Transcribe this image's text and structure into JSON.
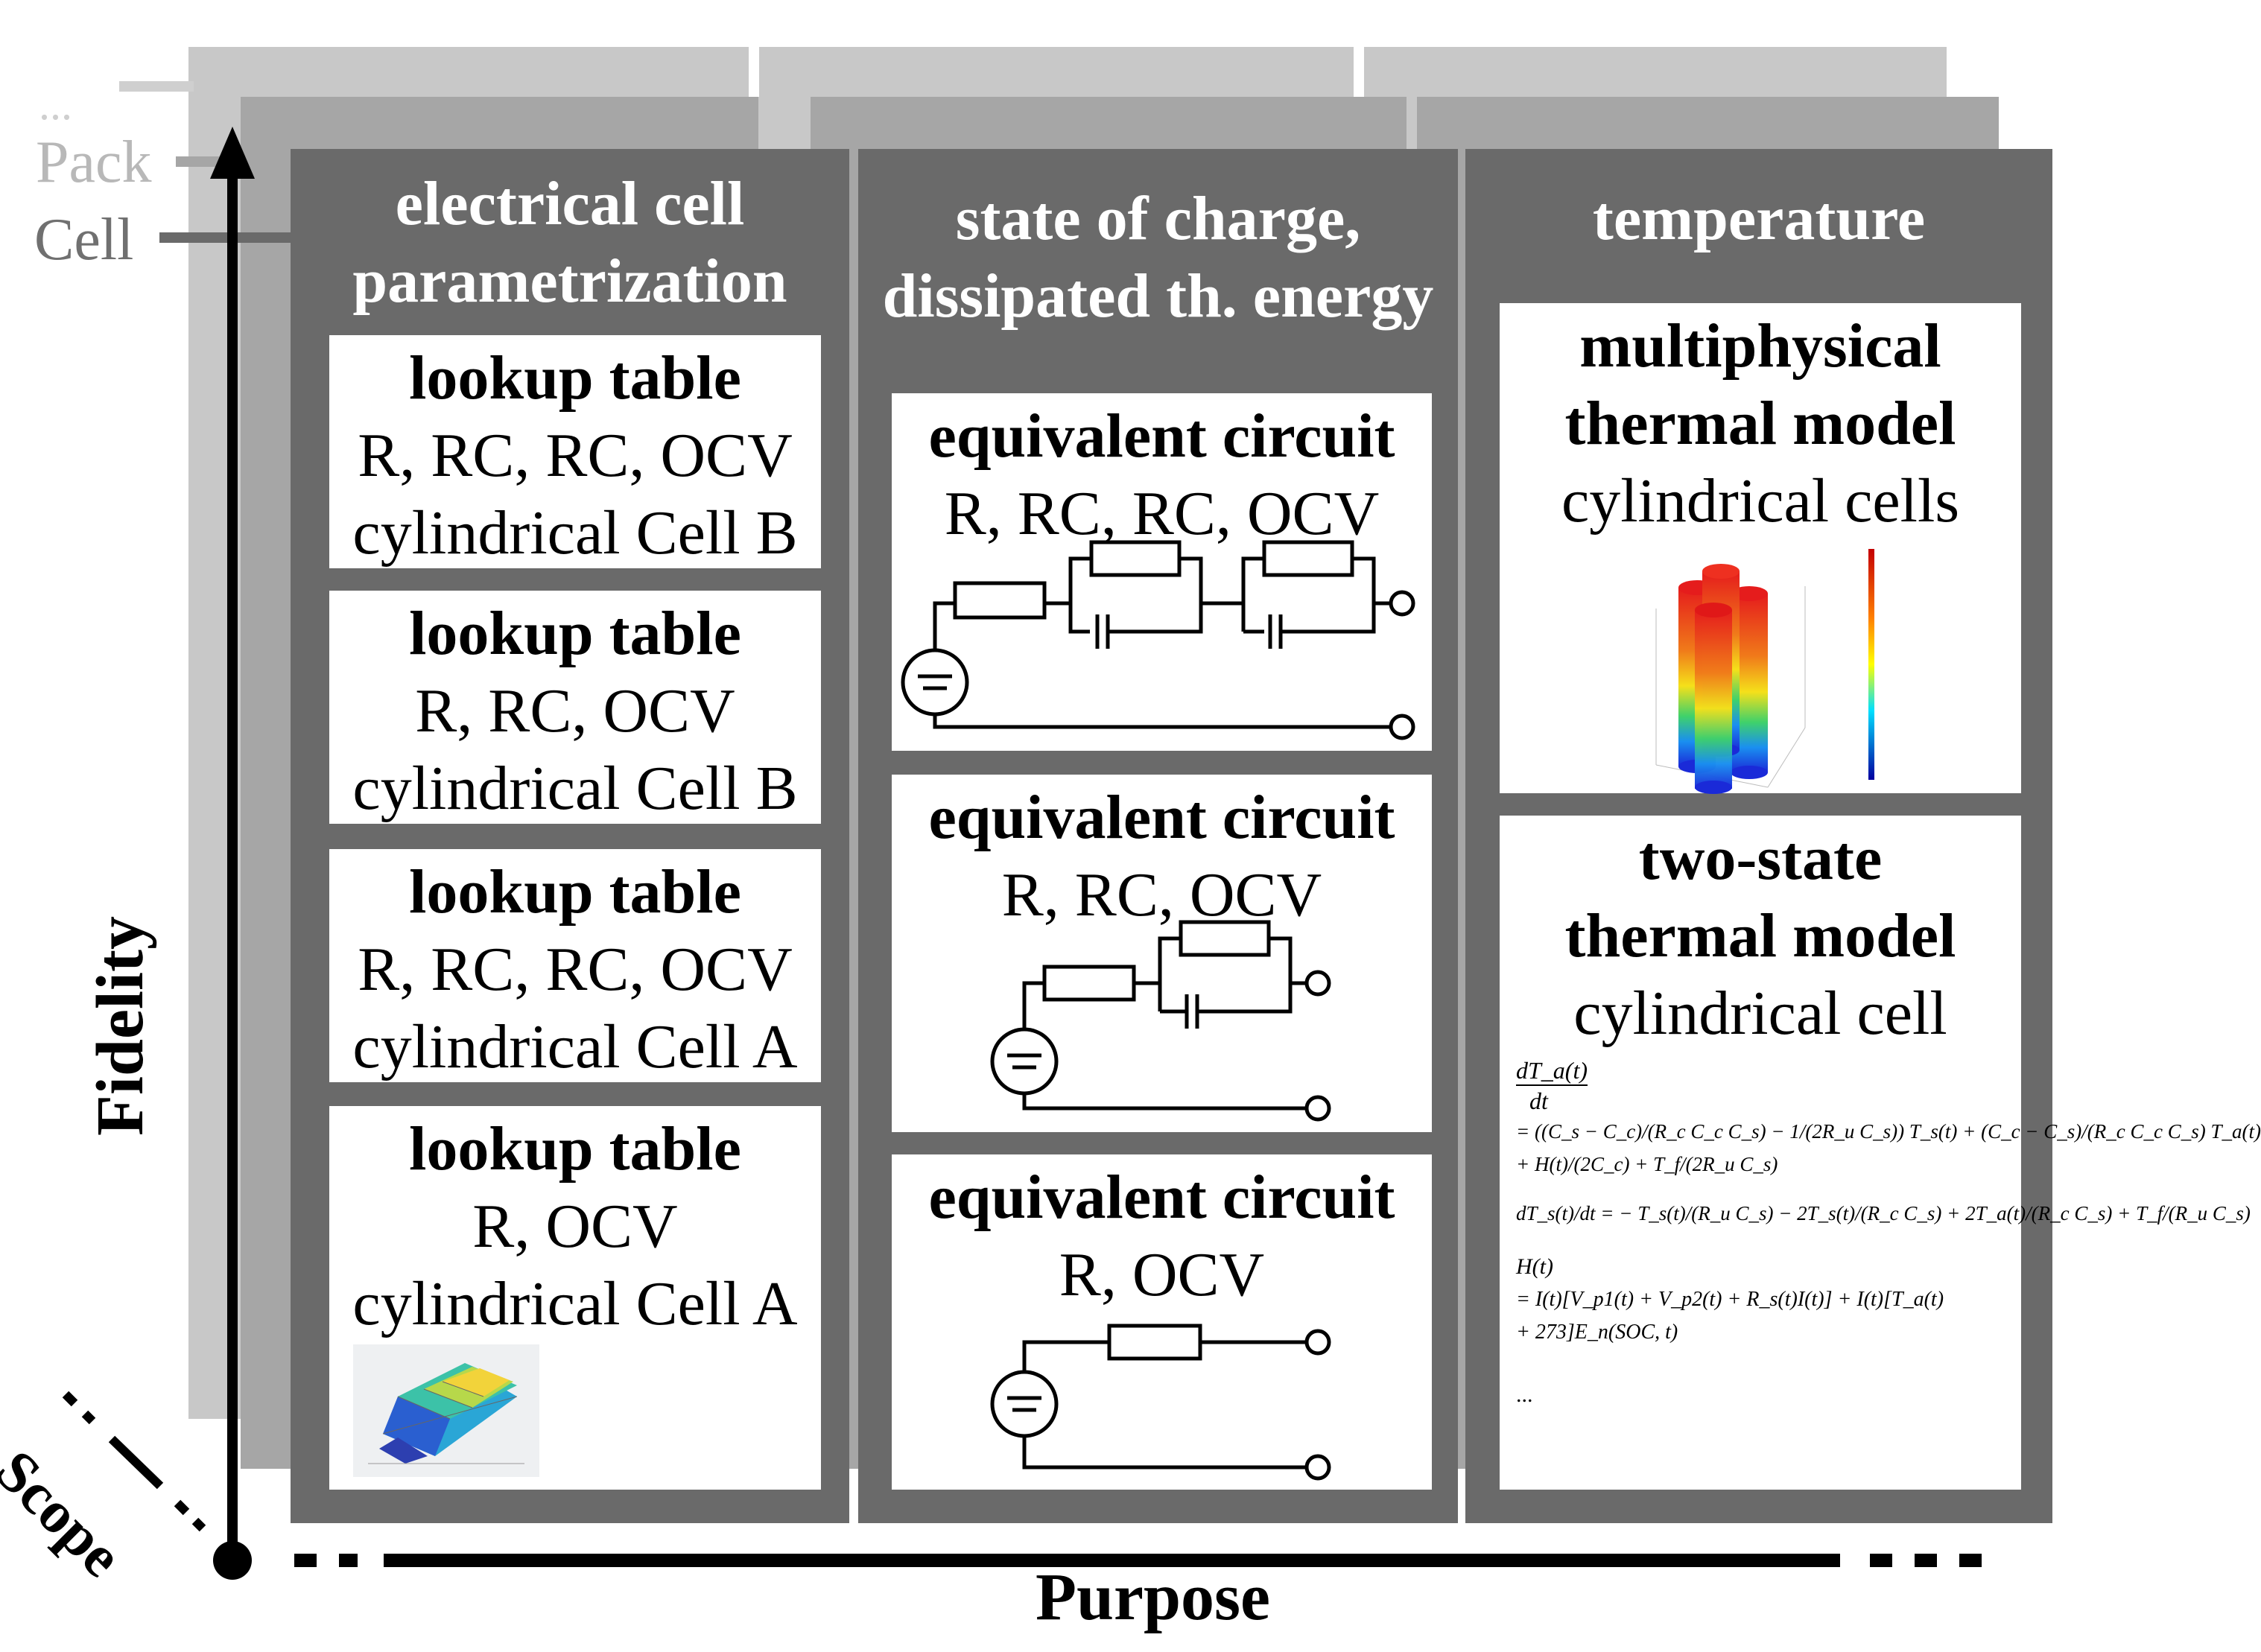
{
  "axes": {
    "fidelity_label": "Fidelity",
    "purpose_label": "Purpose",
    "scope_label": "Scope"
  },
  "scope_levels": {
    "more": "...",
    "pack": "Pack",
    "cell": "Cell"
  },
  "columns": [
    {
      "title_lines": [
        "electrical cell",
        "parametrization"
      ],
      "boxes": [
        {
          "title": "lookup table",
          "lines": [
            "R, RC, RC, OCV",
            "cylindrical Cell B"
          ]
        },
        {
          "title": "lookup table",
          "lines": [
            "R, RC, OCV",
            "cylindrical Cell B"
          ]
        },
        {
          "title": "lookup table",
          "lines": [
            "R, RC, RC, OCV",
            "cylindrical Cell A"
          ]
        },
        {
          "title": "lookup table",
          "lines": [
            "R, OCV",
            "cylindrical Cell A"
          ],
          "image": "lookup-surface-plot"
        }
      ]
    },
    {
      "title_lines": [
        "state of charge,",
        "dissipated th. energy"
      ],
      "boxes": [
        {
          "title": "equivalent circuit",
          "lines": [
            "R, RC, RC, OCV"
          ],
          "diagram": "circuit-r-rc-rc"
        },
        {
          "title": "equivalent circuit",
          "lines": [
            "R, RC, OCV"
          ],
          "diagram": "circuit-r-rc"
        },
        {
          "title": "equivalent circuit",
          "lines": [
            "R, OCV"
          ],
          "diagram": "circuit-r"
        }
      ]
    },
    {
      "title_lines": [
        "temperature"
      ],
      "boxes": [
        {
          "title_lines": [
            "multiphysical",
            "thermal model"
          ],
          "lines": [
            "cylindrical cells"
          ],
          "image": "thermal-cylinder-plot"
        },
        {
          "title_lines": [
            "two-state",
            "thermal model"
          ],
          "lines": [
            "cylindrical cell"
          ]
        }
      ]
    }
  ],
  "equations": {
    "eq1_lhs_num": "dT_a(t)",
    "eq1_lhs_den": "dt",
    "eq1_line1": "= ((C_s − C_c)/(R_c C_c C_s) − 1/(2R_u C_s)) T_s(t) + (C_c − C_s)/(R_c C_c C_s) T_a(t)",
    "eq1_line2": "+ H(t)/(2C_c) + T_f/(2R_u C_s)",
    "eq2": "dT_s(t)/dt = − T_s(t)/(R_u C_s) − 2T_s(t)/(R_c C_s) + 2T_a(t)/(R_c C_s) + T_f/(R_u C_s)",
    "eq3_line1": "H(t)",
    "eq3_line2": "= I(t)[V_p1(t) + V_p2(t) + R_s(t)I(t)] + I(t)[T_a(t)",
    "eq3_line3": "+ 273]E_n(SOC, t)",
    "ellipsis": "..."
  },
  "colors": {
    "column_bg": "#6a6a6a",
    "back_layer_1": "#c6c6c6",
    "back_layer_2": "#a8a8a8",
    "axis": "#000000",
    "scope_text": "#b8b8b8"
  }
}
